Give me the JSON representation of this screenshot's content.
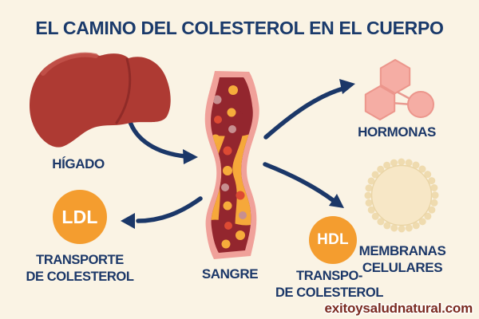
{
  "title": "EL CAMINO DEL COLESTEROL EN EL CUERPO",
  "watermark": "exitoysaludnatural.com",
  "colors": {
    "background": "#FAF3E4",
    "navy_text_and_arrows": "#1B3768",
    "liver": "#AE3A33",
    "vessel_wall_pink": "#F0A19A",
    "vessel_lumen_dark_red": "#93262E",
    "vessel_plaque_orange": "#F6A83A",
    "lipoprotein_badge_orange": "#F49D2F",
    "hormones_pink": "#F5ADA4",
    "membrane_cream": "#F7E7C6",
    "watermark_maroon": "#7A2A20"
  },
  "liver": {
    "label": "HÍGADO"
  },
  "blood_vessel": {
    "label": "SANGRE"
  },
  "hormones": {
    "label": "HORMONAS"
  },
  "membranes": {
    "label_line1": "MEMBRANAS",
    "label_line2": "CELULARES"
  },
  "ldl": {
    "badge": "LDL",
    "label_line1": "TRANSPORTE",
    "label_line2": "DE COLESTEROL"
  },
  "hdl": {
    "badge": "HDL",
    "label_line1": "TRANSPO-",
    "label_line2": "DE COLESTEROL"
  }
}
